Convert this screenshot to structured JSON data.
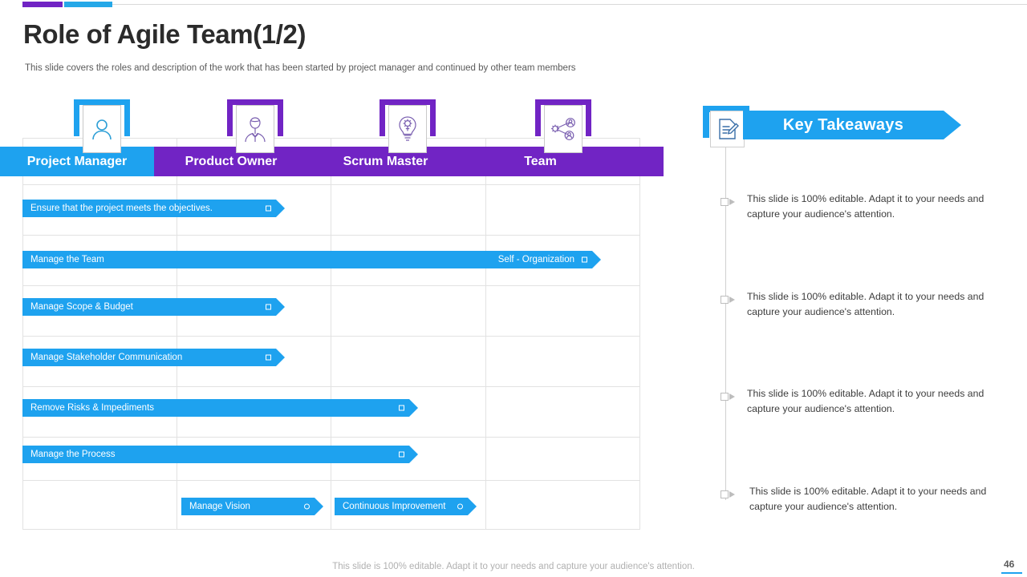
{
  "slide": {
    "title": "Role of Agile Team(1/2)",
    "subtitle": "This slide covers the roles and description of the work that has been started by project manager and continued by other team members",
    "footer_note": "This slide is 100% editable. Adapt it to your needs and capture your audience's attention.",
    "page_number": "46"
  },
  "colors": {
    "accent_blue": "#1ea2ef",
    "accent_purple": "#7124c4",
    "grid": "#e2e2e2",
    "text_dark": "#2b2b2b",
    "text_muted": "#5a5a5a"
  },
  "table": {
    "columns": [
      {
        "label": "Project Manager",
        "icon": "person-icon",
        "color": "#1ea2ef"
      },
      {
        "label": "Product Owner",
        "icon": "business-person-icon",
        "color": "#7124c4"
      },
      {
        "label": "Scrum Master",
        "icon": "lightbulb-gear-icon",
        "color": "#7124c4"
      },
      {
        "label": "Team",
        "icon": "network-people-icon",
        "color": "#7124c4"
      }
    ],
    "bars": [
      {
        "label": "Ensure that the project meets the objectives.",
        "end_label": "",
        "marker": "square"
      },
      {
        "label": "Manage the Team",
        "end_label": "Self - Organization",
        "marker": "square"
      },
      {
        "label": "Manage Scope & Budget",
        "end_label": "",
        "marker": "square"
      },
      {
        "label": "Manage Stakeholder Communication",
        "end_label": "",
        "marker": "square"
      },
      {
        "label": "Remove Risks & Impediments",
        "end_label": "",
        "marker": "square"
      },
      {
        "label": "Manage the Process",
        "end_label": "",
        "marker": "square"
      },
      {
        "label": "Manage Vision",
        "end_label": "",
        "marker": "circle"
      },
      {
        "label": "Continuous Improvement",
        "end_label": "",
        "marker": "circle"
      }
    ]
  },
  "key_takeaways": {
    "title": "Key Takeaways",
    "icon": "document-edit-icon",
    "items": [
      {
        "text": "This slide is 100% editable. Adapt it to your needs and capture your audience's attention."
      },
      {
        "text": "This slide is 100% editable. Adapt it to your needs and capture your audience's attention."
      },
      {
        "text": "This slide is 100% editable. Adapt it to your needs and capture your audience's attention."
      },
      {
        "text": "This slide is 100% editable. Adapt it to your needs and capture your audience's attention."
      }
    ]
  }
}
